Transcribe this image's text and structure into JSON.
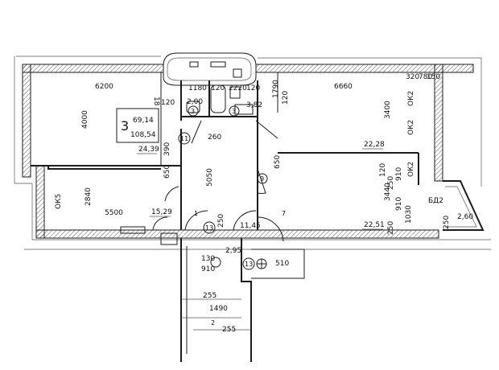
{
  "apartment": {
    "rooms": "3",
    "living_area": "69,14",
    "total_area": "108,54"
  },
  "areas": {
    "living_main": "24,39",
    "bedroom_right_top": "22,28",
    "bedroom_left": "15,29",
    "bedroom_right_bottom": "22,51",
    "hall": "11,45",
    "bath": "3,82",
    "wc": "2,00",
    "balcony": "2,60",
    "small_entry": "2,95"
  },
  "dims": {
    "d6200": "6200",
    "d6660": "6660",
    "d4000": "4000",
    "d3400": "3400",
    "d2840": "2840",
    "d5500": "5500",
    "d3440": "3440",
    "d5050": "5050",
    "d1180": "1180",
    "d2220": "2220",
    "d120": "120",
    "d1790": "1790",
    "d260": "260",
    "d390": "390",
    "d650": "650",
    "d250": "250",
    "d910": "910",
    "d1030": "1030",
    "d1490": "1490",
    "d255": "255",
    "d130": "130",
    "d510": "510",
    "d18": "18",
    "d320": "320",
    "d780": "780",
    "d150": "150"
  },
  "windows": {
    "ok2": "ОК2",
    "ok5": "ОК5",
    "bd2": "БД2"
  },
  "markers": {
    "m1": "1",
    "m2": "2",
    "m3": "3",
    "m7": "7",
    "m9": "9",
    "m11": "11",
    "m13": "13"
  }
}
